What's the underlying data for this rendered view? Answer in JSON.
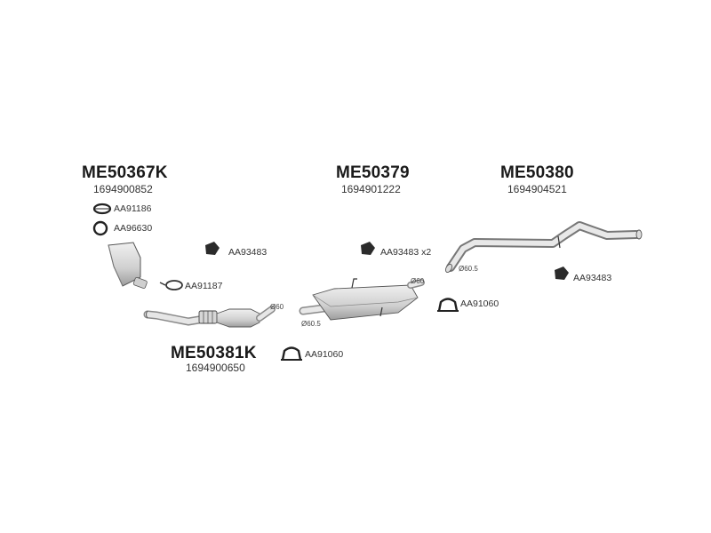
{
  "groups": {
    "g1": {
      "title": "ME50367K",
      "oem": "1694900852"
    },
    "g2": {
      "title": "ME50379",
      "oem": "1694901222"
    },
    "g3": {
      "title": "ME50380",
      "oem": "1694904521"
    },
    "g4": {
      "title": "ME50381K",
      "oem": "1694900650"
    }
  },
  "parts": {
    "clamp_small": "AA91186",
    "gasket_ring": "AA96630",
    "mount_1": "AA93483",
    "mount_2": "AA93483 x2",
    "mount_3": "AA93483",
    "clamp_2": "AA91187",
    "clamp_u_1": "AA91060",
    "clamp_u_2": "AA91060"
  },
  "dimensions": {
    "d1": "Ø60",
    "d2": "Ø60",
    "d3": "Ø60.5",
    "d4": "Ø60.5"
  }
}
